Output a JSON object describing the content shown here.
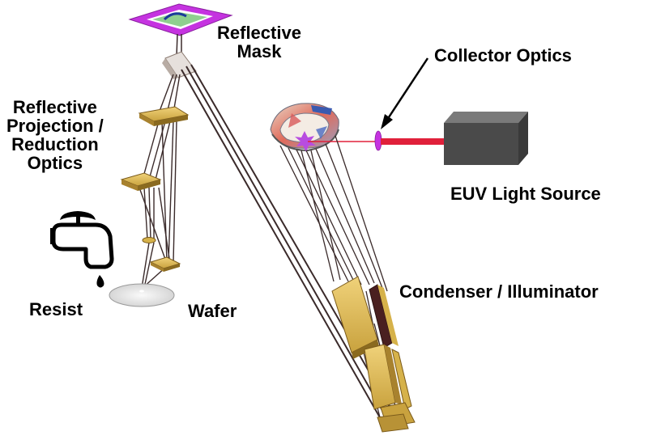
{
  "labels": {
    "reflective_mask": [
      "Reflective",
      "Mask"
    ],
    "collector_optics": "Collector Optics",
    "projection_optics": [
      "Reflective",
      "Projection /",
      "Reduction",
      "Optics"
    ],
    "euv_light_source": "EUV Light Source",
    "condenser_illuminator": "Condenser / Illuminator",
    "resist": "Resist",
    "wafer": "Wafer"
  },
  "colors": {
    "mask_frame": "#c533e0",
    "mask_pattern": "#7fbf7f",
    "beam_line": "#3a2a2a",
    "laser_beam": "#e0203a",
    "light_source_box": "#4a4a4a",
    "mirror_gold": "#d6b24a",
    "mirror_dark": "#4a2020",
    "wafer_fill": "#d8d8d8",
    "plasma": "#b84de0"
  },
  "icons": [
    "faucet-icon"
  ]
}
